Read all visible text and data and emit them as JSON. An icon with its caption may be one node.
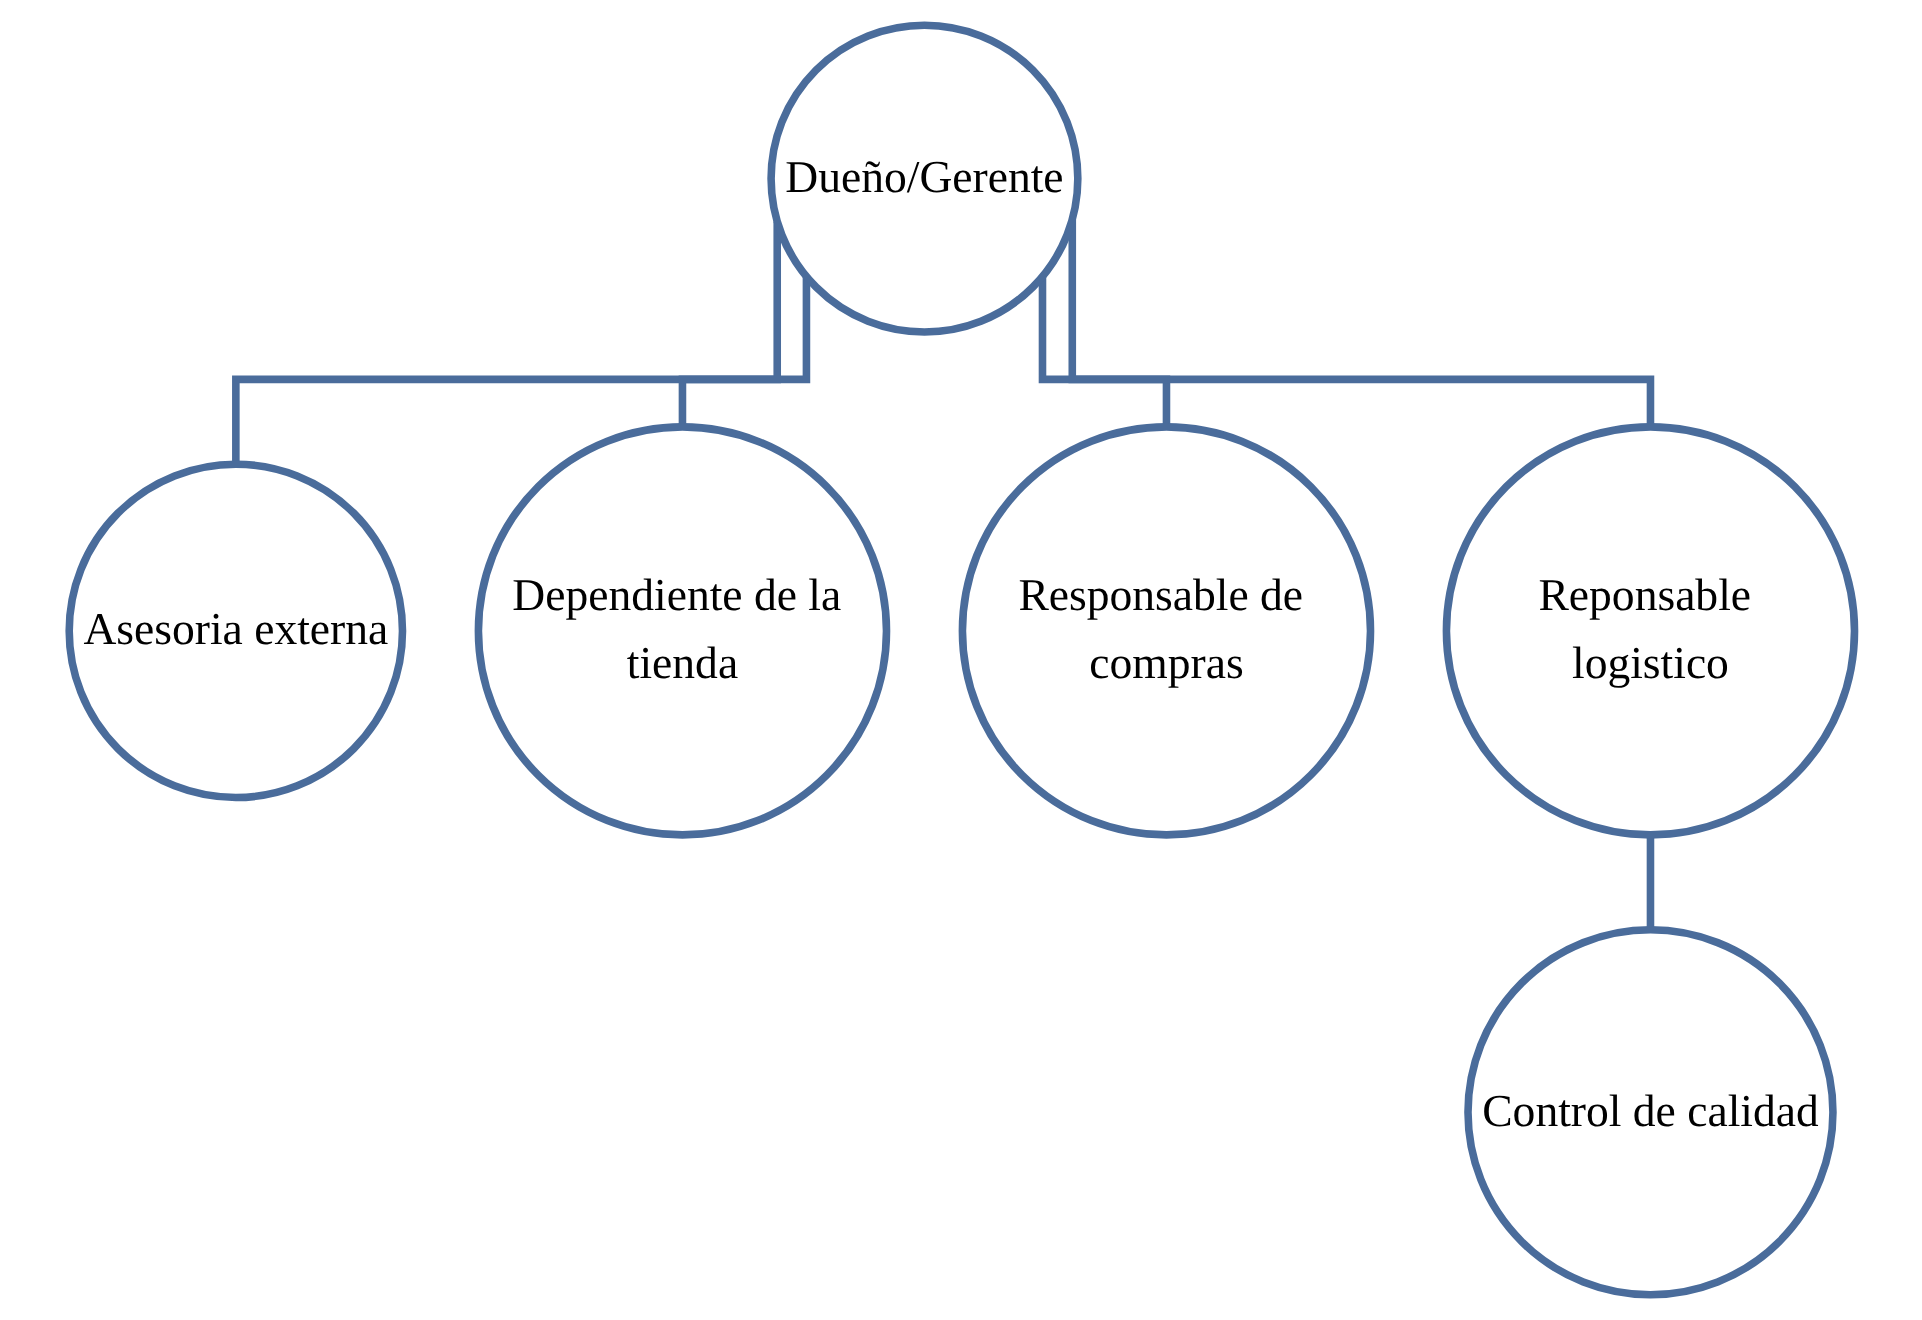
{
  "diagram": {
    "nodes": [
      {
        "text": [
          "Dueño/Gerente"
        ]
      },
      {
        "text": [
          "Asesoria externa"
        ]
      },
      {
        "text": [
          "Dependiente de la tienda"
        ]
      },
      {
        "text": [
          "Responsable de compras"
        ]
      },
      {
        "text": [
          "Reponsable logistico"
        ]
      },
      {
        "text": [
          "Control de calidad"
        ]
      }
    ],
    "edges": [
      {
        "from": 0,
        "to": 1,
        "arrow": "none"
      },
      {
        "from": 0,
        "to": 2,
        "arrow": "none"
      },
      {
        "from": 0,
        "to": 3,
        "arrow": "none"
      },
      {
        "from": 0,
        "to": 4,
        "arrow": "none"
      },
      {
        "from": 4,
        "to": 5,
        "arrow": "none"
      }
    ]
  }
}
